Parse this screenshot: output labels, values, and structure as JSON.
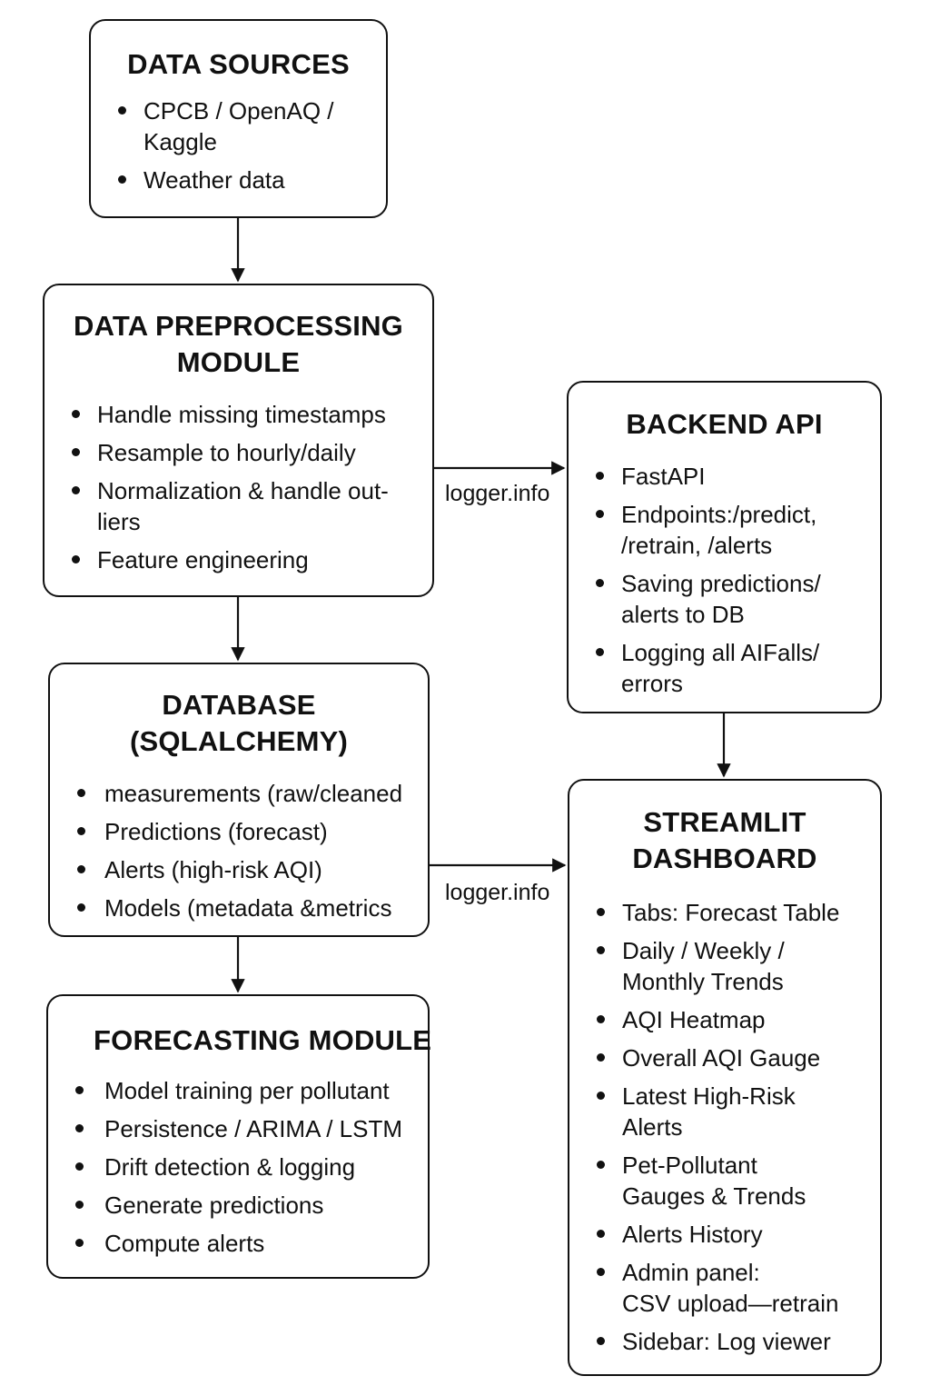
{
  "boxes": {
    "data_sources": {
      "title": [
        "DATA SOURCES"
      ],
      "items": [
        [
          "CPCB / OpenAQ /",
          "Kaggle"
        ],
        [
          "Weather data"
        ]
      ]
    },
    "preprocessing": {
      "title": [
        "DATA PREPROCESSING",
        "MODULE"
      ],
      "items": [
        [
          "Handle missing timestamps"
        ],
        [
          "Resample to hourly/daily"
        ],
        [
          "Normalization & handle out-",
          "liers"
        ],
        [
          "Feature engineering"
        ]
      ]
    },
    "database": {
      "title": [
        "DATABASE",
        "(SQLALCHEMY)"
      ],
      "items": [
        [
          "measurements (raw/cleaned"
        ],
        [
          "Predictions (forecast)"
        ],
        [
          "Alerts (high-risk AQI)"
        ],
        [
          "Models (metadata &metrics"
        ]
      ]
    },
    "forecasting": {
      "title": [
        "FORECASTING MODULE"
      ],
      "items": [
        [
          "Model training per pollutant"
        ],
        [
          "Persistence / ARIMA / LSTM"
        ],
        [
          "Drift detection & logging"
        ],
        [
          "Generate predictions"
        ],
        [
          "Compute alerts"
        ]
      ]
    },
    "backend_api": {
      "title": [
        "BACKEND API"
      ],
      "items": [
        [
          "FastAPI"
        ],
        [
          "Endpoints:/predict,",
          "/retrain, /alerts"
        ],
        [
          "Saving predictions/",
          "alerts to DB"
        ],
        [
          "Logging all AIFalls/",
          "errors"
        ]
      ]
    },
    "dashboard": {
      "title": [
        "STREAMLIT",
        "DASHBOARD"
      ],
      "items": [
        [
          "Tabs: Forecast Table"
        ],
        [
          "Daily / Weekly /",
          "Monthly Trends"
        ],
        [
          "AQI Heatmap"
        ],
        [
          "Overall AQI Gauge"
        ],
        [
          "Latest High-Risk",
          "Alerts"
        ],
        [
          "Pet-Pollutant",
          "Gauges & Trends"
        ],
        [
          "Alerts History"
        ],
        [
          "Admin panel:",
          "CSV upload—retrain"
        ],
        [
          "Sidebar: Log viewer"
        ]
      ]
    }
  },
  "edges": {
    "preprocessing_to_backend_label": "logger.info",
    "database_to_dashboard_label": "logger.info"
  }
}
